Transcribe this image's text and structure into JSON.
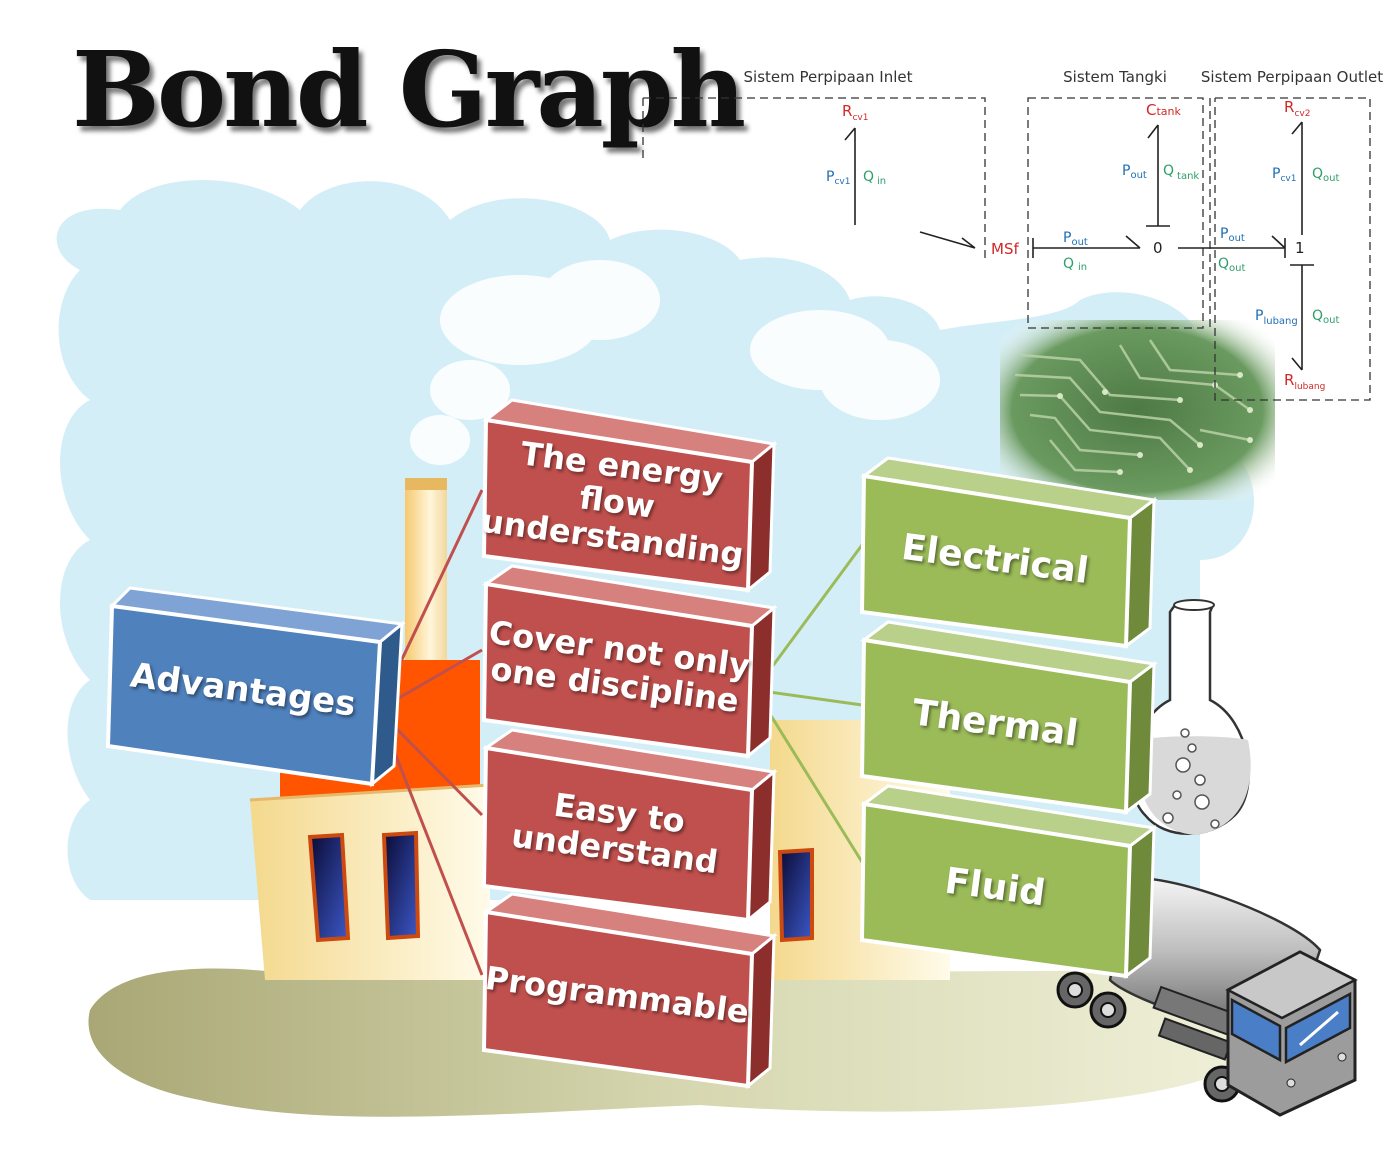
{
  "title": "Bond Graph",
  "diagram": {
    "sections": {
      "inlet": "Sistem Perpipaan Inlet",
      "tank": "Sistem Tangki",
      "outlet": "Sistem Perpipaan Outlet"
    },
    "nodes": {
      "rcv1_main": "R",
      "rcv1_sub": "cv1",
      "msf": "MSf",
      "ctank_main": "C",
      "ctank_sub": "tank",
      "zero": "0",
      "one": "1",
      "rcv2_main": "R",
      "rcv2_sub": "cv2",
      "rlubang_main": "R",
      "rlubang_sub": "lubang"
    },
    "bonds": {
      "inlet_p_main": "P",
      "inlet_p_sub": "cv1",
      "inlet_q_main": "Q",
      "inlet_q_sub": "in",
      "msf_p_main": "P",
      "msf_p_sub": "out",
      "msf_q_main": "Q",
      "msf_q_sub": "in",
      "tank_p_main": "P",
      "tank_p_sub": "out",
      "tank_q_main": "Q",
      "tank_q_sub": "tank",
      "zero_one_p_main": "P",
      "zero_one_p_sub": "out",
      "zero_one_q_main": "Q",
      "zero_one_q_sub": "out",
      "outlet_p_main": "P",
      "outlet_p_sub": "cv1",
      "outlet_q_main": "Q",
      "outlet_q_sub": "out",
      "lubang_p_main": "P",
      "lubang_p_sub": "lubang",
      "lubang_q_main": "Q",
      "lubang_q_sub": "out"
    }
  },
  "smartart": {
    "root": "Advantages",
    "advantages": [
      "The energy\nflow\nunderstanding",
      "Cover not only\none discipline",
      "Easy to\nunderstand",
      "Programmable"
    ],
    "disciplines": [
      "Electrical",
      "Thermal",
      "Fluid"
    ]
  },
  "colors": {
    "blue_box": "#4f81bd",
    "red_box": "#c0504d",
    "green_box": "#9bbb59",
    "sky": "#d4eef7",
    "effort_label": "#1f6fb5",
    "flow_label": "#2e9e6a",
    "element_label": "#d22828"
  }
}
